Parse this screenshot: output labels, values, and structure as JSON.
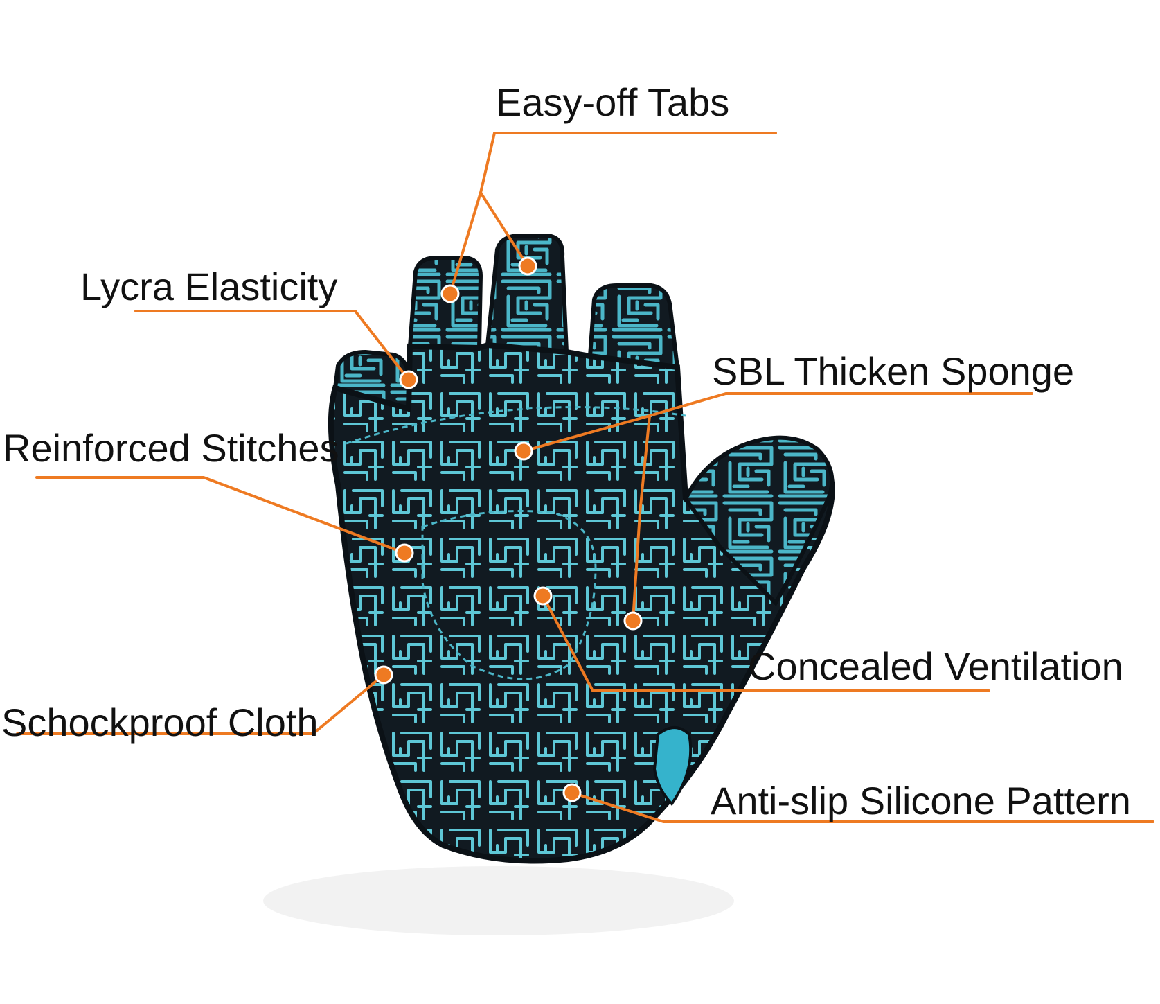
{
  "labels": {
    "easy_off_tabs": "Easy-off Tabs",
    "lycra_elasticity": "Lycra Elasticity",
    "sbl_thicken_sponge": "SBL Thicken Sponge",
    "reinforced_stitches": "Reinforced Stitches",
    "concealed_ventilation": "Concealed Ventilation",
    "schockproof_cloth": "Schockproof Cloth",
    "anti_slip_silicone_pattern": "Anti-slip Silicone Pattern"
  },
  "colors": {
    "leader_line": "#ee7a22",
    "marker": "#ee7a22",
    "glove_base": "#111a21",
    "silicone_pattern": "#4bb6c8",
    "text": "#111111",
    "background": "#ffffff"
  },
  "image": {
    "subject": "fingerless cycling glove palm with blue maze silicone pattern"
  }
}
